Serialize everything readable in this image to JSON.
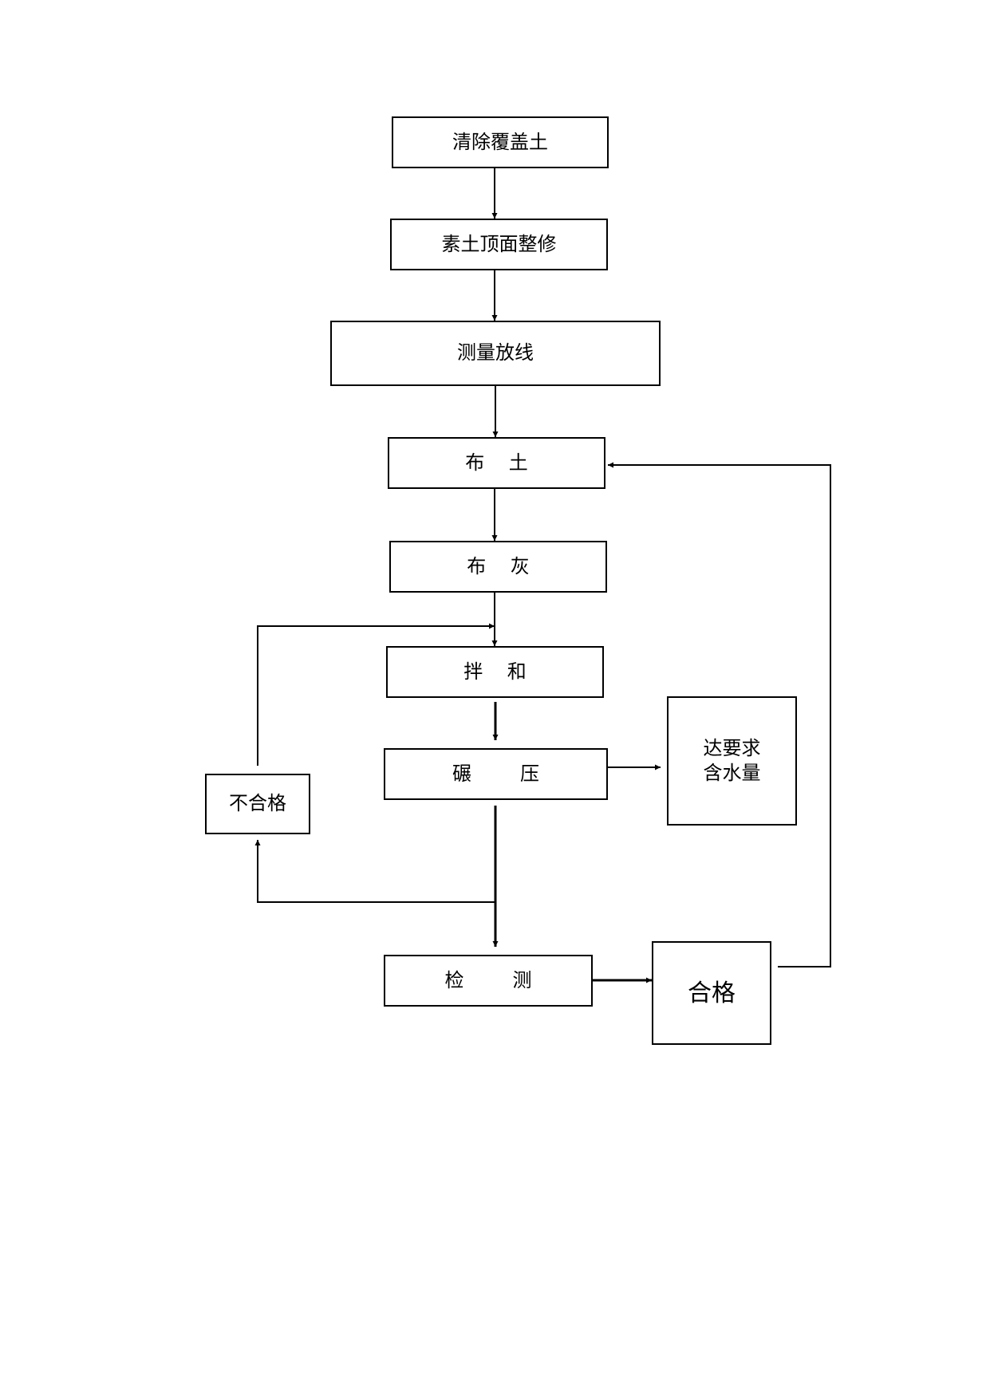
{
  "flowchart": {
    "steps": {
      "clear_cover_soil": "清除覆盖土",
      "trim_soil_top": "素土顶面整修",
      "survey_layout": "测量放线",
      "spread_soil": "布    土",
      "spread_lime": "布    灰",
      "mix": "拌    和",
      "compact": "碾        压",
      "moisture_req": "达要求\n含水量",
      "fail": "不合格",
      "inspect": "检        测",
      "pass": "合格"
    }
  }
}
